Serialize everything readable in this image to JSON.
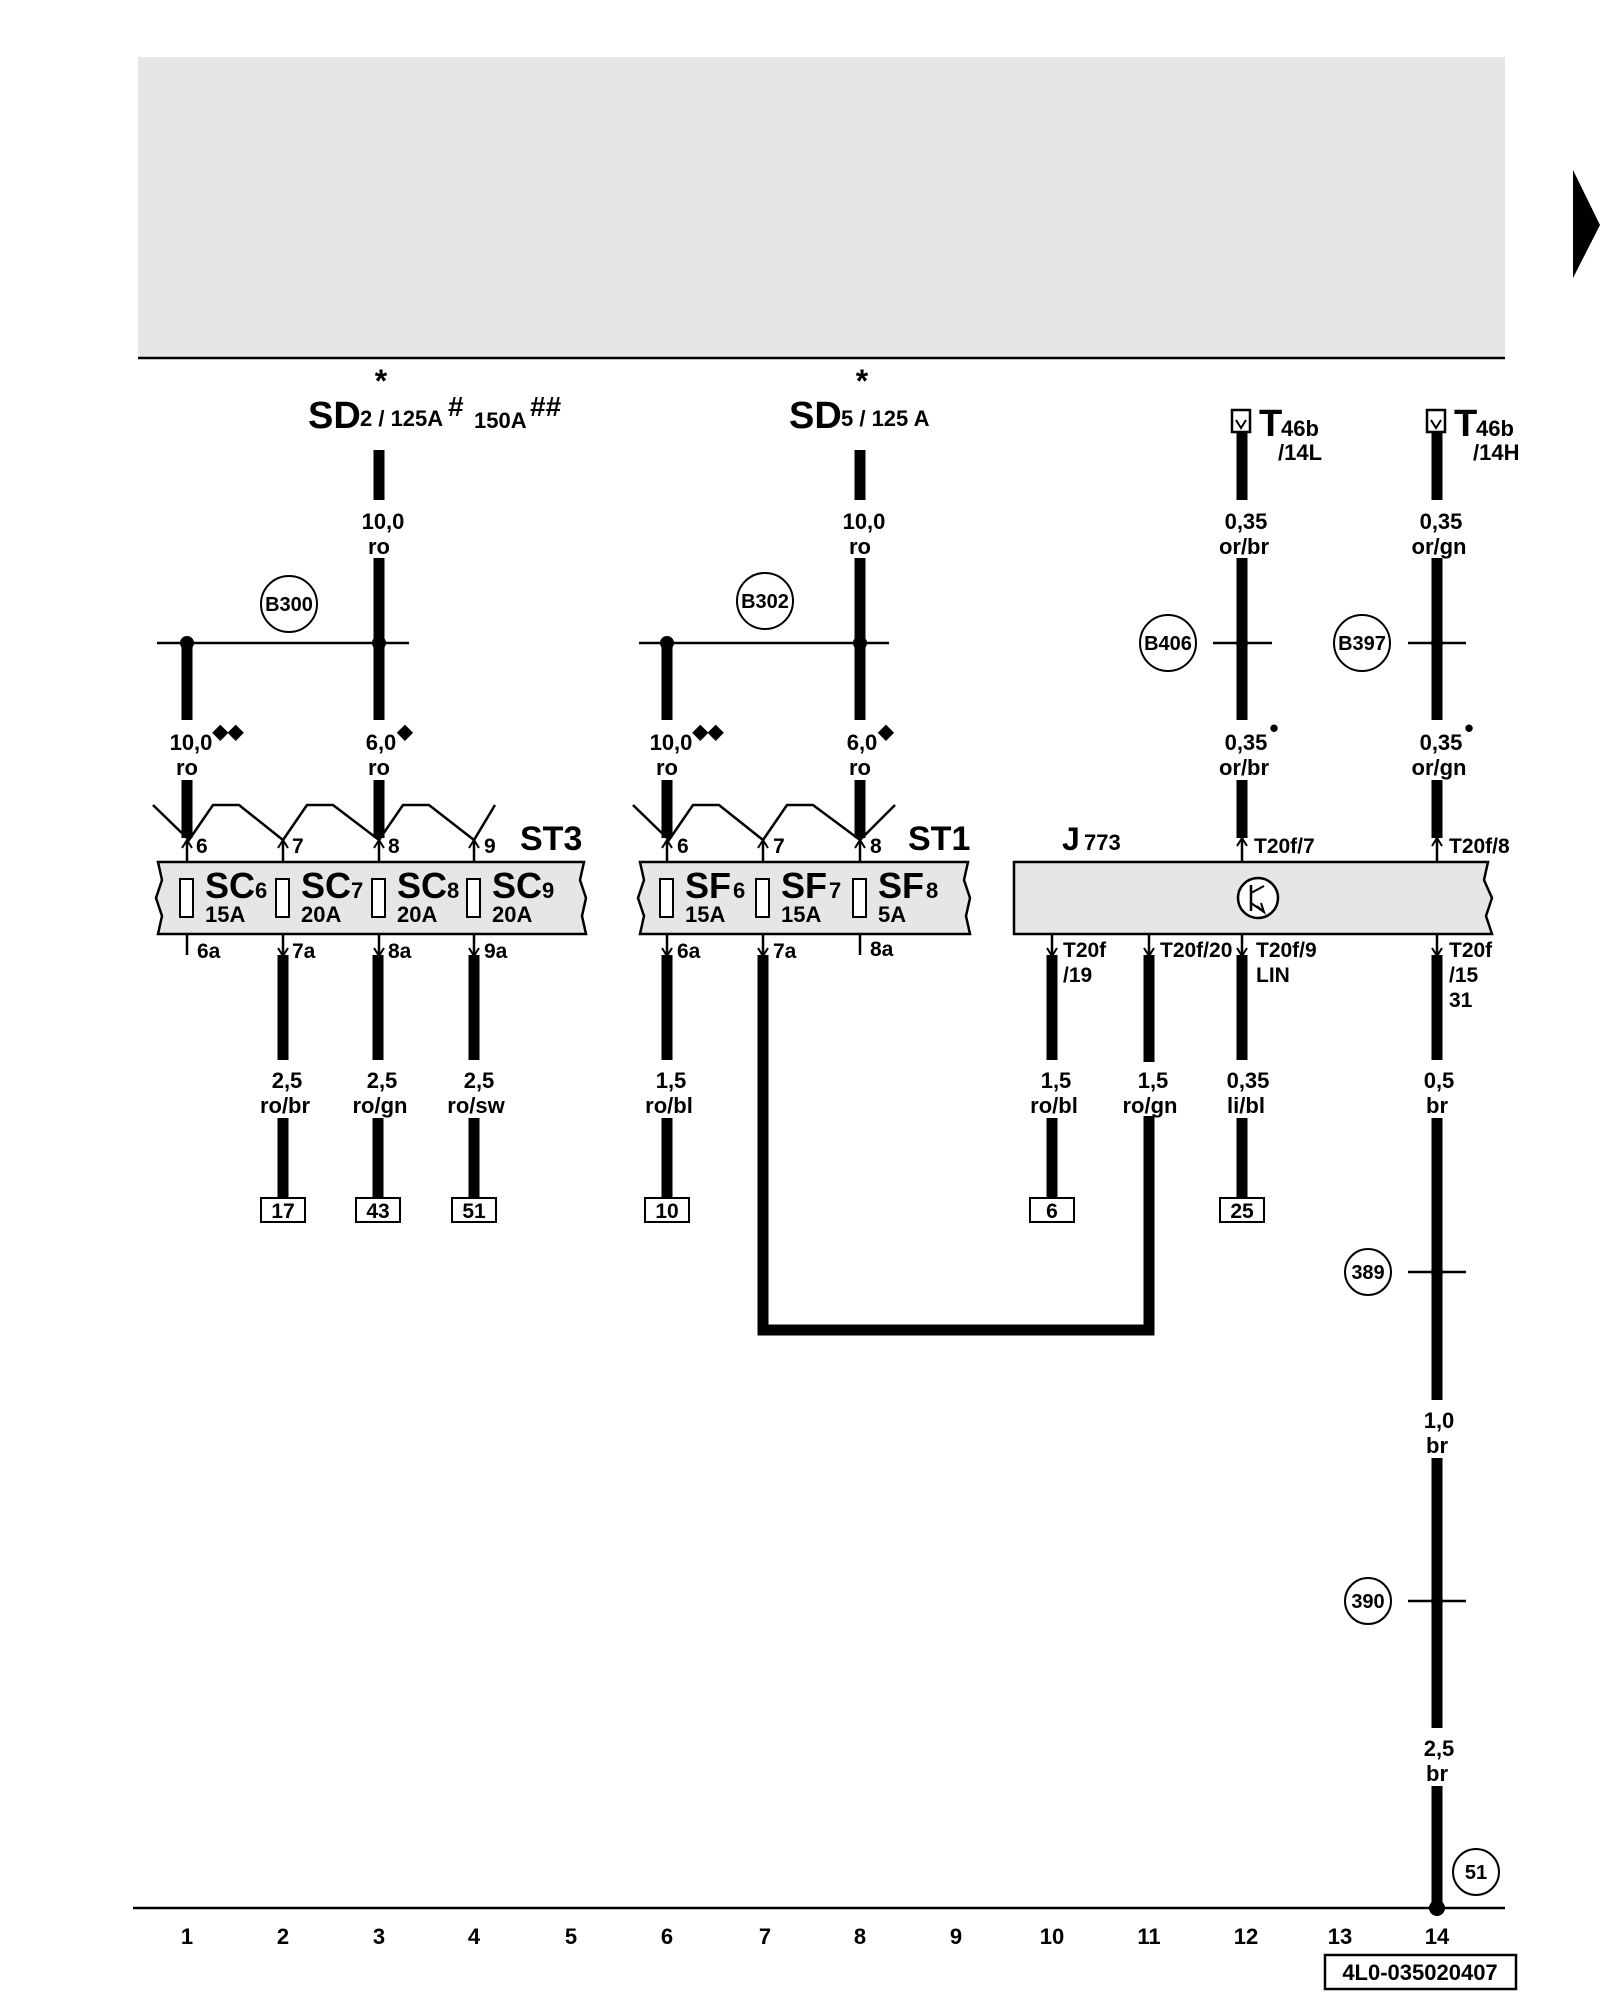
{
  "supplies": {
    "sd2": {
      "main": "SD",
      "sub": "2 / 125A",
      "mark1": "#",
      "sub2": "150A",
      "mark2": "##",
      "star": "*"
    },
    "sd5": {
      "main": "SD",
      "sub": "5 / 125 A",
      "star": "*"
    },
    "t46b_l": {
      "main": "T",
      "sub": "46b",
      "pin": "/14L"
    },
    "t46b_h": {
      "main": "T",
      "sub": "46b",
      "pin": "/14H"
    }
  },
  "wire_labels": {
    "w_sd2": [
      "10,0",
      "ro"
    ],
    "w_sd5": [
      "10,0",
      "ro"
    ],
    "w_t46l": [
      "0,35",
      "or/br"
    ],
    "w_t46h": [
      "0,35",
      "or/gn"
    ],
    "w_st3_6": [
      "10,0",
      "ro"
    ],
    "w_st3_8": [
      "6,0",
      "ro"
    ],
    "w_st1_6": [
      "10,0",
      "ro"
    ],
    "w_st1_8": [
      "6,0",
      "ro"
    ],
    "w_b406": [
      "0,35",
      "or/br"
    ],
    "w_b397": [
      "0,35",
      "or/gn"
    ],
    "w_sc7a": [
      "2,5",
      "ro/br"
    ],
    "w_sc8a": [
      "2,5",
      "ro/gn"
    ],
    "w_sc9a": [
      "2,5",
      "ro/sw"
    ],
    "w_sf6a": [
      "1,5",
      "ro/bl"
    ],
    "w_j19": [
      "1,5",
      "ro/bl"
    ],
    "w_j20": [
      "1,5",
      "ro/gn"
    ],
    "w_j9": [
      "0,35",
      "li/bl"
    ],
    "w_j15": [
      "0,5",
      "br"
    ],
    "w_mid": [
      "1,0",
      "br"
    ],
    "w_low": [
      "2,5",
      "br"
    ]
  },
  "nodes": {
    "b300": "B300",
    "b302": "B302",
    "b406": "B406",
    "b397": "B397",
    "n389": "389",
    "n390": "390",
    "n51": "51"
  },
  "markers": {
    "double": "◆◆",
    "single": "◆",
    "dot": "•"
  },
  "st3": {
    "label": "ST3",
    "pins_top": [
      "6",
      "7",
      "8",
      "9"
    ],
    "pins_bottom": [
      "6a",
      "7a",
      "8a",
      "9a"
    ],
    "fuses": [
      {
        "main": "SC",
        "num": "6",
        "amp": "15A"
      },
      {
        "main": "SC",
        "num": "7",
        "amp": "20A"
      },
      {
        "main": "SC",
        "num": "8",
        "amp": "20A"
      },
      {
        "main": "SC",
        "num": "9",
        "amp": "20A"
      }
    ]
  },
  "st1": {
    "label": "ST1",
    "pins_top": [
      "6",
      "7",
      "8"
    ],
    "pins_bottom": [
      "6a",
      "7a",
      "8a"
    ],
    "fuses": [
      {
        "main": "SF",
        "num": "6",
        "amp": "15A"
      },
      {
        "main": "SF",
        "num": "7",
        "amp": "15A"
      },
      {
        "main": "SF",
        "num": "8",
        "amp": "5A"
      }
    ]
  },
  "j773": {
    "main": "J",
    "sub": "773",
    "pin_t7": "T20f/7",
    "pin_t8": "T20f/8",
    "pin_19a": "T20f",
    "pin_19b": "/19",
    "pin_20": "T20f/20",
    "pin_9a": "T20f/9",
    "pin_9b": "LIN",
    "pin_15a": "T20f",
    "pin_15b": "/15",
    "pin_15c": "31"
  },
  "refs": [
    "17",
    "43",
    "51",
    "10",
    "6",
    "25"
  ],
  "columns": [
    "1",
    "2",
    "3",
    "4",
    "5",
    "6",
    "7",
    "8",
    "9",
    "10",
    "11",
    "12",
    "13",
    "14"
  ],
  "doc_id": "4L0-035020407"
}
